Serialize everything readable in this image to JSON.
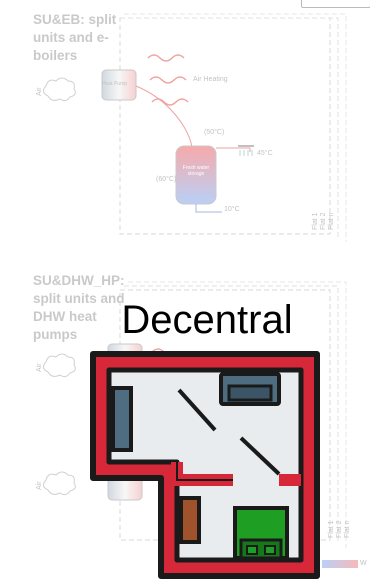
{
  "sections": [
    {
      "title_lines": [
        "SU&EB: split",
        "units and e-",
        "boilers"
      ]
    },
    {
      "title_lines": [
        "SU&DHW_HP:",
        "split units and",
        "DHW heat",
        "pumps"
      ]
    }
  ],
  "labels": {
    "air_1": "Air",
    "heat_pump": "Heat Pump",
    "air_heating": "Air Heating",
    "temp_50": "(50°C)",
    "temp_45": "45°C",
    "storage": "Fresh water storage",
    "temp_60": "(60°C)",
    "temp_10": "10°C",
    "flat_1": "Flat 1",
    "flat_2": "Flat 2",
    "flat_n": "Flat n",
    "air_2": "Air",
    "air_3": "Air",
    "legend_text": "W"
  },
  "overlay": {
    "title": "Decentral",
    "icon": "floor-plan-icon",
    "colors": {
      "wall": "#d62839",
      "outline": "#1a1a1a",
      "floor": "#e9ecef",
      "sofa": "#4f6d80",
      "cabinet": "#a0522d",
      "bed": "#1f9e24",
      "door": "#ffffff"
    }
  }
}
